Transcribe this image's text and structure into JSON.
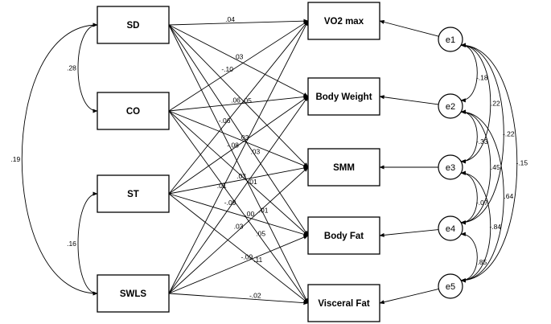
{
  "predictors": [
    {
      "id": "SD",
      "label": "SD"
    },
    {
      "id": "CO",
      "label": "CO"
    },
    {
      "id": "ST",
      "label": "ST"
    },
    {
      "id": "SWLS",
      "label": "SWLS"
    }
  ],
  "outcomes": [
    {
      "id": "VO2",
      "label": "VO2 max"
    },
    {
      "id": "BW",
      "label": "Body Weight"
    },
    {
      "id": "SMM",
      "label": "SMM"
    },
    {
      "id": "BF",
      "label": "Body Fat"
    },
    {
      "id": "VF",
      "label": "Visceral Fat"
    }
  ],
  "errors": [
    {
      "id": "e1",
      "label": "e1"
    },
    {
      "id": "e2",
      "label": "e2"
    },
    {
      "id": "e3",
      "label": "e3"
    },
    {
      "id": "e4",
      "label": "e4"
    },
    {
      "id": "e5",
      "label": "e5"
    }
  ],
  "paths": [
    {
      "from": "SD",
      "to": "VO2",
      "coef": ".04"
    },
    {
      "from": "SD",
      "to": "BW",
      "coef": ".03"
    },
    {
      "from": "SD",
      "to": "SMM",
      "coef": ".05"
    },
    {
      "from": "SD",
      "to": "BF",
      "coef": ".03"
    },
    {
      "from": "SD",
      "to": "VF",
      "coef": ".01"
    },
    {
      "from": "CO",
      "to": "VO2",
      "coef": "-.10"
    },
    {
      "from": "CO",
      "to": "BW",
      "coef": ".06"
    },
    {
      "from": "CO",
      "to": "SMM",
      "coef": ".03"
    },
    {
      "from": "CO",
      "to": "BF",
      "coef": ".01"
    },
    {
      "from": "CO",
      "to": "VF",
      "coef": ".05"
    },
    {
      "from": "ST",
      "to": "VO2",
      "coef": "-.06"
    },
    {
      "from": "ST",
      "to": "BW",
      "coef": "-.08"
    },
    {
      "from": "ST",
      "to": "SMM",
      "coef": ".03"
    },
    {
      "from": "ST",
      "to": "BF",
      "coef": ".00"
    },
    {
      "from": "ST",
      "to": "VF",
      "coef": ".11"
    },
    {
      "from": "SWLS",
      "to": "VO2",
      "coef": ".01"
    },
    {
      "from": "SWLS",
      "to": "BW",
      "coef": "-.09"
    },
    {
      "from": "SWLS",
      "to": "SMM",
      "coef": ".03"
    },
    {
      "from": "SWLS",
      "to": "BF",
      "coef": "-.09"
    },
    {
      "from": "SWLS",
      "to": "VF",
      "coef": "-.02"
    }
  ],
  "residual_paths": [
    {
      "from": "e1",
      "to": "VO2"
    },
    {
      "from": "e2",
      "to": "BW"
    },
    {
      "from": "e3",
      "to": "SMM"
    },
    {
      "from": "e4",
      "to": "BF"
    },
    {
      "from": "e5",
      "to": "VF"
    }
  ],
  "predictor_correlations": [
    {
      "a": "SD",
      "b": "CO",
      "coef": ".28"
    },
    {
      "a": "ST",
      "b": "SWLS",
      "coef": ".16"
    },
    {
      "a": "SD",
      "b": "SWLS",
      "coef": ".19"
    }
  ],
  "error_correlations": [
    {
      "a": "e1",
      "b": "e2",
      "coef": "-.18"
    },
    {
      "a": "e1",
      "b": "e3",
      "coef": ".22"
    },
    {
      "a": "e1",
      "b": "e4",
      "coef": "-.22"
    },
    {
      "a": "e1",
      "b": "e5",
      "coef": "-.15"
    },
    {
      "a": "e2",
      "b": "e3",
      "coef": "-.33"
    },
    {
      "a": "e2",
      "b": "e4",
      "coef": ".45"
    },
    {
      "a": "e2",
      "b": "e5",
      "coef": ".64"
    },
    {
      "a": "e3",
      "b": "e4",
      "coef": "-.07"
    },
    {
      "a": "e3",
      "b": "e5",
      "coef": "-.84"
    },
    {
      "a": "e4",
      "b": "e5",
      "coef": ".85"
    }
  ]
}
